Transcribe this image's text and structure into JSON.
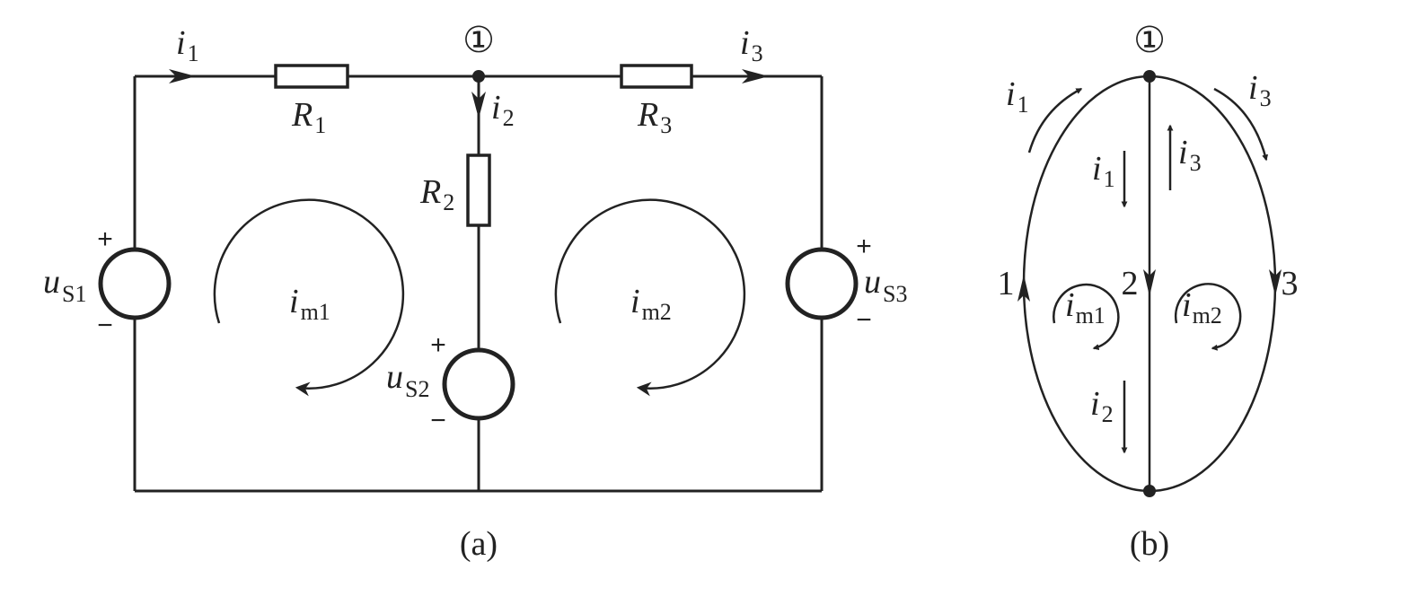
{
  "figure_a": {
    "caption": "(a)",
    "node": "①",
    "currents": {
      "i1": {
        "main": "i",
        "sub": "1"
      },
      "i2": {
        "main": "i",
        "sub": "2"
      },
      "i3": {
        "main": "i",
        "sub": "3"
      }
    },
    "resistors": {
      "r1": {
        "main": "R",
        "sub": "1"
      },
      "r2": {
        "main": "R",
        "sub": "2"
      },
      "r3": {
        "main": "R",
        "sub": "3"
      }
    },
    "sources": {
      "us1": {
        "main": "u",
        "sub": "S1",
        "plus": "+",
        "minus": "−"
      },
      "us2": {
        "main": "u",
        "sub": "S2",
        "plus": "+",
        "minus": "−"
      },
      "us3": {
        "main": "u",
        "sub": "S3",
        "plus": "+",
        "minus": "−"
      }
    },
    "meshes": {
      "im1": {
        "main": "i",
        "sub": "m1"
      },
      "im2": {
        "main": "i",
        "sub": "m2"
      }
    }
  },
  "figure_b": {
    "caption": "(b)",
    "node": "①",
    "branches": {
      "b1": "1",
      "b2": "2",
      "b3": "3"
    },
    "currents": {
      "i1_outer": {
        "main": "i",
        "sub": "1"
      },
      "i3_outer": {
        "main": "i",
        "sub": "3"
      },
      "i1_inner": {
        "main": "i",
        "sub": "1"
      },
      "i3_inner": {
        "main": "i",
        "sub": "3"
      },
      "i2_inner": {
        "main": "i",
        "sub": "2"
      }
    },
    "meshes": {
      "im1": {
        "main": "i",
        "sub": "m1"
      },
      "im2": {
        "main": "i",
        "sub": "m2"
      }
    }
  }
}
